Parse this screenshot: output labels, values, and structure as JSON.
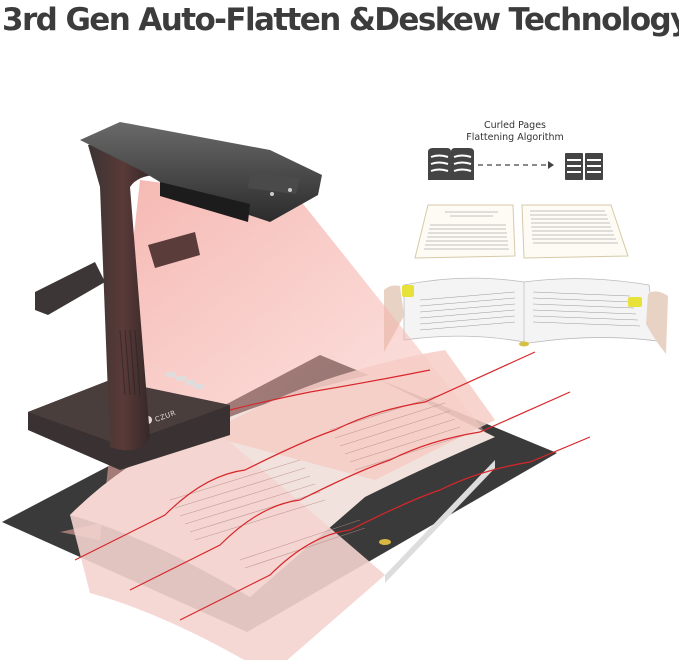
{
  "headline": "3rd Gen Auto-Flatten &Deskew Technology",
  "inset": {
    "caption_line1": "Curled Pages",
    "caption_line2": "Flattening Algorithm",
    "icon_left": "curled-book-icon",
    "icon_arrow": "dashed-arrow-icon",
    "icon_right": "flat-book-icon"
  },
  "device": {
    "brand_label": "CZUR"
  },
  "colors": {
    "headline": "#3c3c3c",
    "laser_light": "#f4a8a0",
    "laser_line": "#d8262a",
    "device_body": "#2e2a2a",
    "mat": "#3a3a3a",
    "finger_cot": "#e6e23a"
  }
}
